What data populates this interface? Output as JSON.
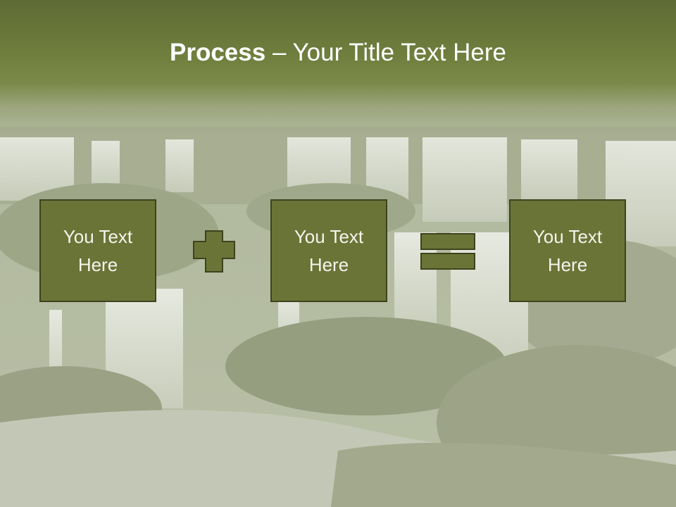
{
  "slide": {
    "title_bold": "Process",
    "title_rest": " – Your Title Text Here"
  },
  "boxes": [
    {
      "text": "You Text Here"
    },
    {
      "text": "You Text Here"
    },
    {
      "text": "You Text Here"
    }
  ],
  "colors": {
    "accent": "#6b7437",
    "border": "#3d431d",
    "title_band": "#5e6b34"
  },
  "operators": [
    "plus-icon",
    "equals-icon"
  ]
}
